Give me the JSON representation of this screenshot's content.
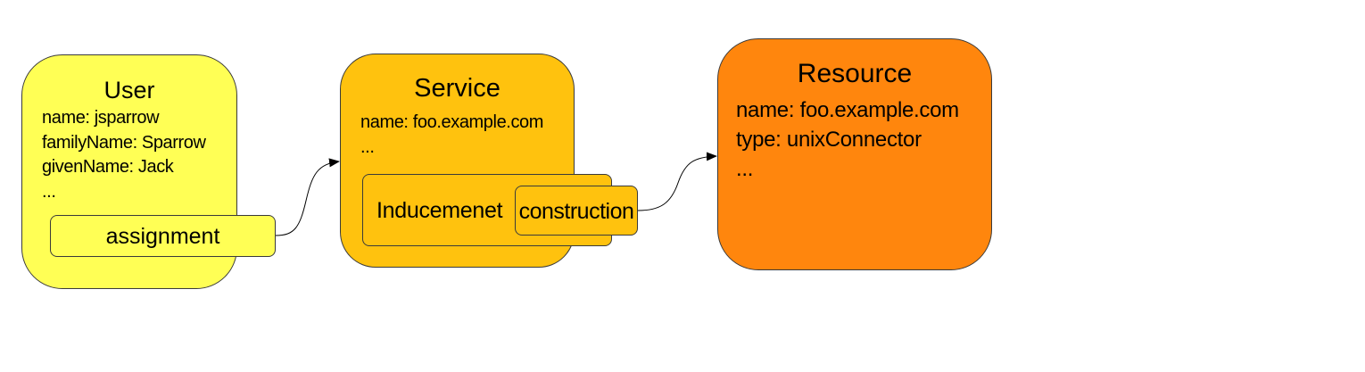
{
  "colors": {
    "user_fill": "#ffff55",
    "service_fill": "#ffc20e",
    "resource_fill": "#ff860d",
    "border": "#3a3a3a",
    "arrow": "#000000"
  },
  "user": {
    "title": "User",
    "attributes": [
      "name: jsparrow",
      "familyName: Sparrow",
      "givenName: Jack",
      "..."
    ],
    "assignment_label": "assignment"
  },
  "service": {
    "title": "Service",
    "attributes": [
      "name: foo.example.com",
      "..."
    ],
    "inducement_label": "Inducemenet",
    "construction_label": "construction"
  },
  "resource": {
    "title": "Resource",
    "attributes": [
      "name: foo.example.com",
      "type: unixConnector",
      "..."
    ]
  }
}
